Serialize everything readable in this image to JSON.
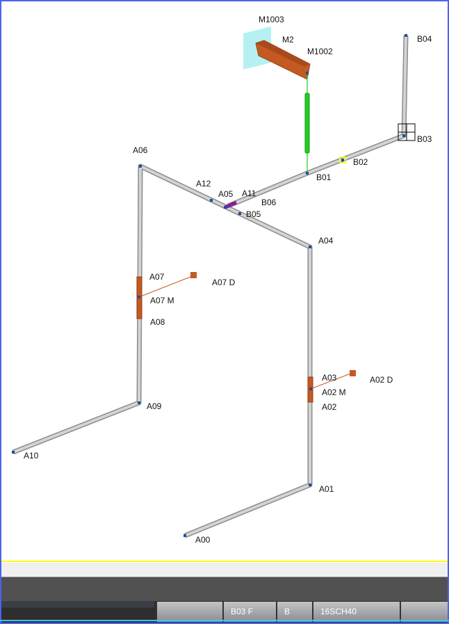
{
  "labels": {
    "M1003": "M1003",
    "M2": "M2",
    "M1002": "M1002",
    "B04": "B04",
    "B03": "B03",
    "B02": "B02",
    "B01": "B01",
    "A06": "A06",
    "A12": "A12",
    "A05": "A05",
    "A11": "A11",
    "B06": "B06",
    "B05": "B05",
    "A04": "A04",
    "A07": "A07",
    "A07D": "A07 D",
    "A07M": "A07 M",
    "A08": "A08",
    "A03": "A03",
    "A02D": "A02 D",
    "A02M": "A02 M",
    "A02": "A02",
    "A09": "A09",
    "A10": "A10",
    "A01": "A01",
    "A00": "A00"
  },
  "status_bar": {
    "segments": [
      "",
      "B03 F",
      "B",
      "16SCH40",
      ""
    ]
  },
  "colors": {
    "pipe": "#c8c8c8",
    "valve": "#c45a22",
    "rod": "#22cc22",
    "plate": "#a8eef0",
    "highlight": "#ffff00"
  }
}
